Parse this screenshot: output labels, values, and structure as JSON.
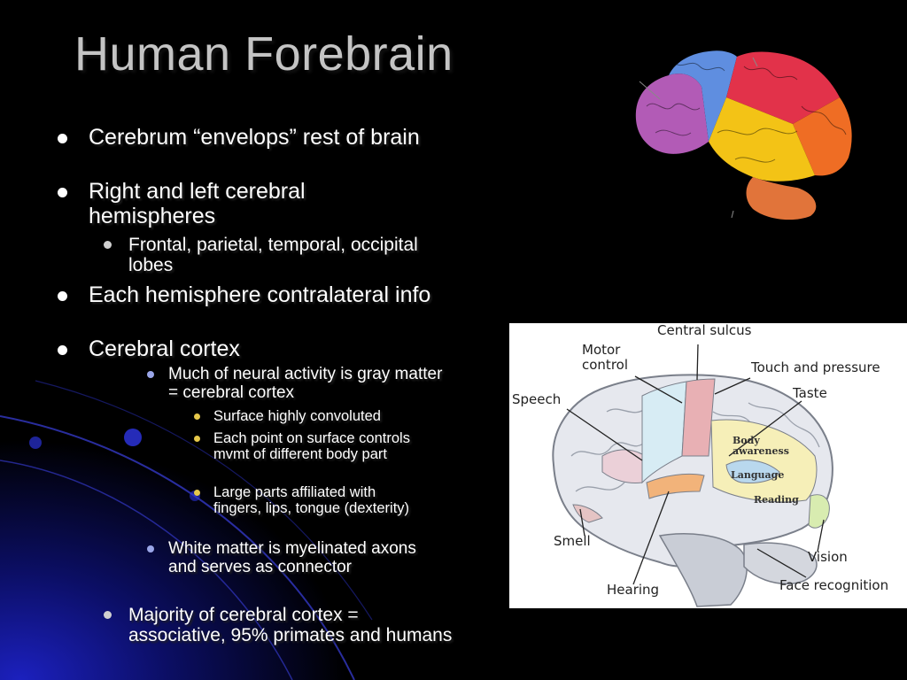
{
  "slide": {
    "title": "Human Forebrain",
    "bullets": {
      "b1": "Cerebrum “envelops” rest of brain",
      "b2": "Right and left cerebral hemispheres",
      "b2_1": "Frontal, parietal, temporal, occipital lobes",
      "b3": "Each hemisphere contralateral info",
      "b4": "Cerebral cortex",
      "b4_1": "Much of neural activity is gray matter = cerebral cortex",
      "b4_1_1": "Surface highly convoluted",
      "b4_1_2": "Each point on surface controls mvmt of different body part",
      "b4_1_3": "Large parts affiliated with fingers, lips, tongue (dexterity)",
      "b4_2": "White matter is myelinated axons and serves as connector",
      "b4_3": "Majority of cerebral cortex = associative, 95% primates and humans"
    }
  },
  "diagram": {
    "labels": {
      "central_sulcus": "Central sulcus",
      "motor_control_1": "Motor",
      "motor_control_2": "control",
      "touch_pressure": "Touch and pressure",
      "taste": "Taste",
      "speech": "Speech",
      "body_awareness_1": "Body",
      "body_awareness_2": "awareness",
      "language": "Language",
      "reading": "Reading",
      "smell": "Smell",
      "vision": "Vision",
      "hearing": "Hearing",
      "face_recognition": "Face recognition"
    }
  },
  "colors": {
    "background": "#000000",
    "title": "#c4c4c4",
    "bullet_text": "#ffffff",
    "accent_blue": "#1a1aa8"
  }
}
